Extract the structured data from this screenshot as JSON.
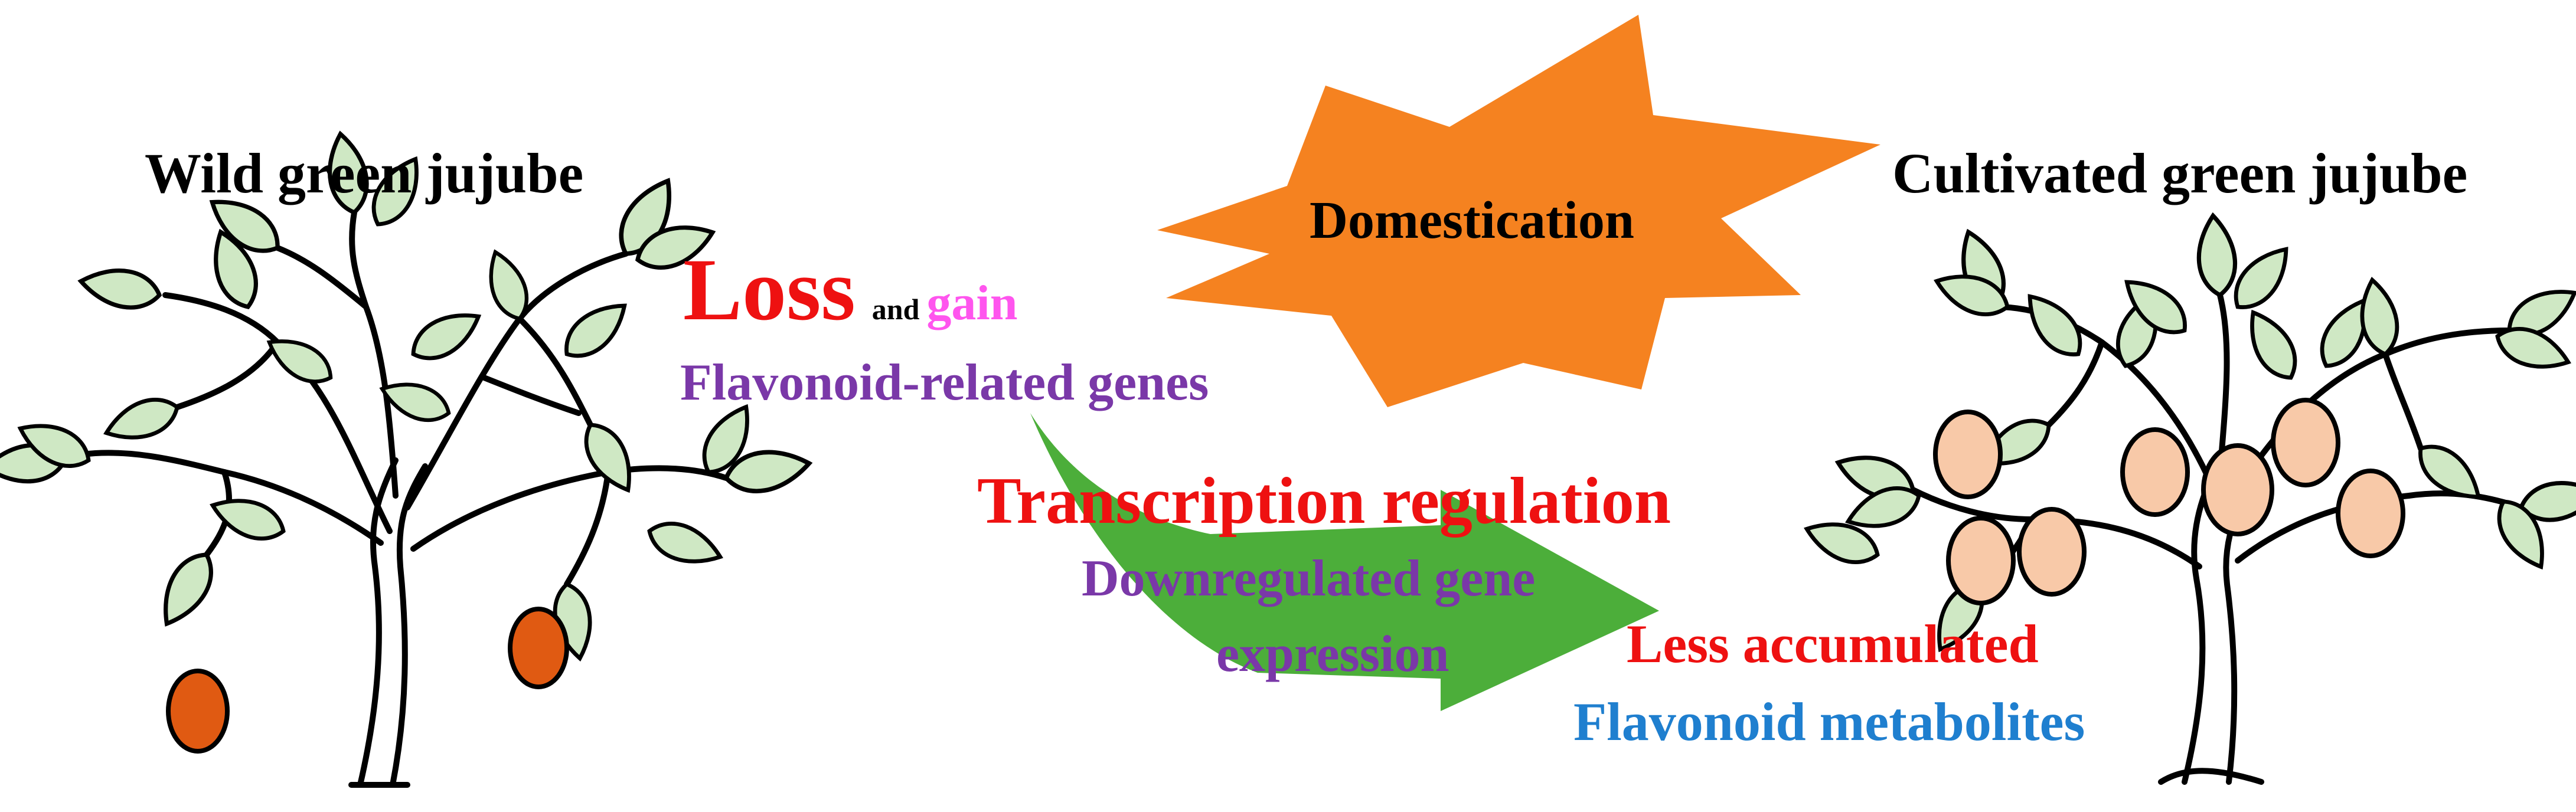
{
  "wild": {
    "title": "Wild green jujube"
  },
  "cultivated": {
    "title": "Cultivated green jujube"
  },
  "domestication": {
    "label": "Domestication"
  },
  "genes": {
    "loss": "Loss",
    "and": "and",
    "gain": "gain",
    "subject": "Flavonoid-related genes"
  },
  "regulation": {
    "title": "Transcription regulation",
    "line1": "Downregulated gene",
    "line2": "expression"
  },
  "metabolites": {
    "line1": "Less accumulated",
    "line2": "Flavonoid metabolites"
  },
  "colors": {
    "leaf": "#cfe8c4",
    "wild_fruit": "#e05a12",
    "cultivated_fruit": "#f8c9a8",
    "starburst": "#f58220",
    "arrow": "#4cae3a",
    "red_text": "#ee1111",
    "purple_text": "#7a38a8",
    "pink_text": "#ff55ee",
    "blue_text": "#1f7fcf"
  }
}
